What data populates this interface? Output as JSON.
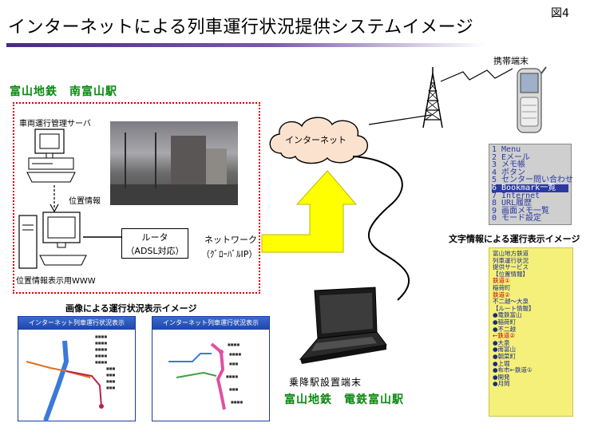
{
  "header": {
    "title": "インターネットによる列車運行状況提供システムイメージ",
    "figure_number": "図4"
  },
  "station_top": "富山地鉄　南富山駅",
  "station_bottom": "富山地鉄　電鉄富山駅",
  "server_label": "車両運行管理サーバ",
  "position_info_label": "位置情報",
  "display_pc_label": "位置情報表示用WWW",
  "router": {
    "line1": "ルータ",
    "line2": "（ADSL対応）"
  },
  "network": {
    "line1": "ネットワーク",
    "line2": "（ｸﾞﾛｰﾊﾞﾙIP）"
  },
  "internet_label": "インターネット",
  "mobile_label": "携帯端末",
  "station_terminal_label": "乗降駅設置端末",
  "text_display_caption": "文字情報による運行表示イメージ",
  "image_display_caption": "画像による運行状況表示イメージ",
  "mobile_menu": [
    "1 Menu",
    "2 Eメール",
    "3 メモ帳",
    "4 ボタン",
    "5 センター問い合わせ",
    "6 Bookmark一覧",
    "7 Internet",
    "8 URL履歴",
    "9 画面メモ一覧",
    "0 モード設定"
  ],
  "text_info": [
    "富山地方鉄道",
    "列車運行状況",
    "提供サービス",
    "【位置情報】",
    "鉄道①",
    "稲荷町",
    "鉄道②",
    "不二越～大泉",
    "【ルート情報】",
    "●電鉄富山",
    "●稲荷町",
    "●不二越",
    "←鉄道②",
    "●大泉",
    "●南富山",
    "●朝菜町",
    "●上堀",
    "●布市←鉄道①",
    "●開発",
    "●月岡"
  ],
  "screenshot_bar": "インターネット列車運行状況表示",
  "colors": {
    "title_rule": "#4a2a82",
    "station_text": "#0a8a10",
    "dotted_border": "#e00000",
    "arrow_fill": "#ffff00",
    "text_panel": "#f4f07a"
  },
  "icons": {
    "server": "computer-icon",
    "display_pc": "computer-icon",
    "tower": "antenna-tower-icon",
    "phone": "mobile-phone-icon",
    "laptop": "laptop-icon",
    "cloud": "cloud-icon"
  }
}
